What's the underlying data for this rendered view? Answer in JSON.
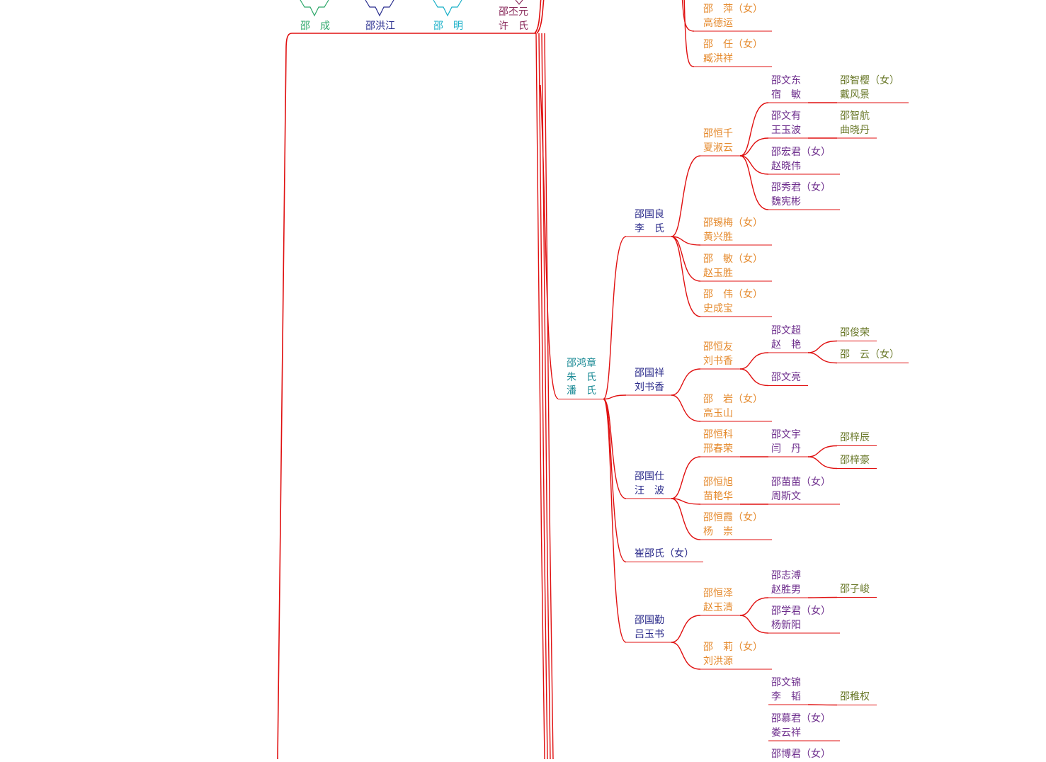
{
  "colors": {
    "connector": "#e01010",
    "green": "#2fa86b",
    "navy": "#2a2f8f",
    "cyan": "#1ab0c8",
    "plum": "#8a2b5c",
    "teal": "#1a8a95",
    "indigo": "#2a2a8a",
    "orange": "#e58a2d",
    "purple": "#6d2d8c",
    "olive": "#6b7a2b"
  },
  "top_row": [
    {
      "id": "shao-cheng",
      "lines": [
        "邵　成"
      ],
      "color": "green"
    },
    {
      "id": "shao-hongjiang",
      "lines": [
        "邵洪江"
      ],
      "color": "navy"
    },
    {
      "id": "shao-ming",
      "lines": [
        "邵　明"
      ],
      "color": "cyan"
    },
    {
      "id": "shao-piyuan",
      "lines": [
        "邵丕元",
        "许　氏"
      ],
      "color": "plum"
    }
  ],
  "nodes": [
    {
      "id": "shao-ping",
      "lines": [
        "邵　萍（女）",
        "高德运"
      ],
      "color": "orange"
    },
    {
      "id": "shao-ren",
      "lines": [
        "邵　任（女）",
        "臧洪祥"
      ],
      "color": "orange"
    },
    {
      "id": "shao-hongzhang",
      "lines": [
        "邵鸿章",
        "朱　氏",
        "潘　氏"
      ],
      "color": "teal"
    },
    {
      "id": "shao-guoliang",
      "lines": [
        "邵国良",
        "李　氏"
      ],
      "color": "indigo"
    },
    {
      "id": "shao-hengqian",
      "lines": [
        "邵恒千",
        "夏淑云"
      ],
      "color": "orange"
    },
    {
      "id": "shao-wendong",
      "lines": [
        "邵文东",
        "宿　敏"
      ],
      "color": "purple"
    },
    {
      "id": "shao-zhiying",
      "lines": [
        "邵智樱（女）",
        "戴风景"
      ],
      "color": "olive"
    },
    {
      "id": "shao-wenyou",
      "lines": [
        "邵文有",
        "王玉波"
      ],
      "color": "purple"
    },
    {
      "id": "shao-zhihang",
      "lines": [
        "邵智航",
        "曲晓丹"
      ],
      "color": "olive"
    },
    {
      "id": "shao-hongjun",
      "lines": [
        "邵宏君（女）",
        "赵晓伟"
      ],
      "color": "purple"
    },
    {
      "id": "shao-xiujun",
      "lines": [
        "邵秀君（女）",
        "魏宪彬"
      ],
      "color": "purple"
    },
    {
      "id": "shao-ximei",
      "lines": [
        "邵锡梅（女）",
        "黄兴胜"
      ],
      "color": "orange"
    },
    {
      "id": "shao-min",
      "lines": [
        "邵　敏（女）",
        "赵玉胜"
      ],
      "color": "orange"
    },
    {
      "id": "shao-wei",
      "lines": [
        "邵　伟（女）",
        "史成宝"
      ],
      "color": "orange"
    },
    {
      "id": "shao-guoxiang",
      "lines": [
        "邵国祥",
        "刘书香"
      ],
      "color": "indigo"
    },
    {
      "id": "shao-hengyou",
      "lines": [
        "邵恒友",
        "刘书香"
      ],
      "color": "orange"
    },
    {
      "id": "shao-wenchao",
      "lines": [
        "邵文超",
        "赵　艳"
      ],
      "color": "purple"
    },
    {
      "id": "shao-junrong",
      "lines": [
        "邵俊荣"
      ],
      "color": "olive"
    },
    {
      "id": "shao-yun",
      "lines": [
        "邵　云（女）"
      ],
      "color": "olive"
    },
    {
      "id": "shao-wenliang",
      "lines": [
        "邵文亮"
      ],
      "color": "purple"
    },
    {
      "id": "shao-yan",
      "lines": [
        "邵　岩（女）",
        "高玉山"
      ],
      "color": "orange"
    },
    {
      "id": "shao-guoshi",
      "lines": [
        "邵国仕",
        "汪　波"
      ],
      "color": "indigo"
    },
    {
      "id": "shao-hengke",
      "lines": [
        "邵恒科",
        "邢春荣"
      ],
      "color": "orange"
    },
    {
      "id": "shao-wenyu",
      "lines": [
        "邵文宇",
        "闫　丹"
      ],
      "color": "purple"
    },
    {
      "id": "shao-zichen",
      "lines": [
        "邵梓辰"
      ],
      "color": "olive"
    },
    {
      "id": "shao-zihao",
      "lines": [
        "邵梓豪"
      ],
      "color": "olive"
    },
    {
      "id": "shao-hengxu",
      "lines": [
        "邵恒旭",
        "苗艳华"
      ],
      "color": "orange"
    },
    {
      "id": "shao-miaomiao",
      "lines": [
        "邵苗苗（女）",
        "周斯文"
      ],
      "color": "purple"
    },
    {
      "id": "shao-hengxia",
      "lines": [
        "邵恒霞（女）",
        "杨　崇"
      ],
      "color": "orange"
    },
    {
      "id": "cui-shao-shi",
      "lines": [
        "崔邵氏（女）"
      ],
      "color": "indigo"
    },
    {
      "id": "shao-guoqin",
      "lines": [
        "邵国勤",
        "吕玉书"
      ],
      "color": "indigo"
    },
    {
      "id": "shao-hengze",
      "lines": [
        "邵恒泽",
        "赵玉清"
      ],
      "color": "orange"
    },
    {
      "id": "shao-zhipu",
      "lines": [
        "邵志溥",
        "赵胜男"
      ],
      "color": "purple"
    },
    {
      "id": "shao-zijun",
      "lines": [
        "邵子峻"
      ],
      "color": "olive"
    },
    {
      "id": "shao-xuejun",
      "lines": [
        "邵学君（女）",
        "杨新阳"
      ],
      "color": "purple"
    },
    {
      "id": "shao-li",
      "lines": [
        "邵　莉（女）",
        "刘洪源"
      ],
      "color": "orange"
    },
    {
      "id": "shao-wenjin",
      "lines": [
        "邵文锦",
        "李　韬"
      ],
      "color": "purple"
    },
    {
      "id": "shao-zhiquan",
      "lines": [
        "邵稚权"
      ],
      "color": "olive"
    },
    {
      "id": "shao-mujun",
      "lines": [
        "邵慕君（女）",
        "娄云祥"
      ],
      "color": "purple"
    },
    {
      "id": "shao-bojun",
      "lines": [
        "邵博君（女）"
      ],
      "color": "purple"
    }
  ]
}
